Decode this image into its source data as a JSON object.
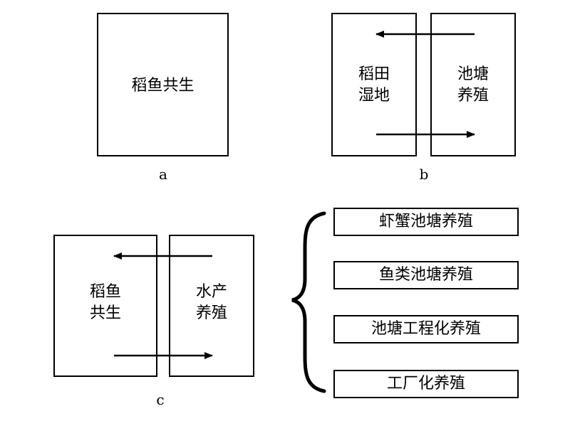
{
  "panel_a": {
    "text": "稻鱼共生",
    "caption": "a"
  },
  "panel_b": {
    "left_line1": "稻田",
    "left_line2": "湿地",
    "right_line1": "池塘",
    "right_line2": "养殖",
    "caption": "b"
  },
  "panel_c": {
    "left_line1": "稻鱼",
    "left_line2": "共生",
    "right_line1": "水产",
    "right_line2": "养殖",
    "caption": "c",
    "list": [
      "虾蟹池塘养殖",
      "鱼类池塘养殖",
      "池塘工程化养殖",
      "工厂化养殖"
    ]
  }
}
